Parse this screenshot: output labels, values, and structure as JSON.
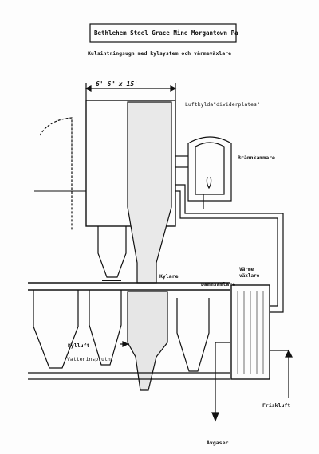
{
  "labels": {
    "title": "Bethlehem Steel Grace Mine Morgantown Pa",
    "subtitle": "Kulsintringsugn med kylsystem och värmeväxlare",
    "dimension": "6' 6\" x 15'",
    "divider_plates": "Luftkylda\"dividerplates\"",
    "branslekammare": "Brännkammare",
    "kylare": "Kylare",
    "dammsamlare": "Dammsamlare",
    "varmevaxlare_1": "Värme",
    "varmevaxlare_2": "växlare",
    "kylluft": "Kylluft",
    "vatteninsprutn": "Vatteninsprutn.",
    "friskluft": "Friskluft",
    "avgaser": "Avgaser"
  }
}
